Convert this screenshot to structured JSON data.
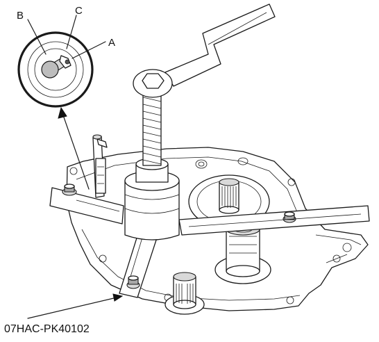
{
  "callouts": {
    "a": "A",
    "b": "B",
    "c": "C"
  },
  "tool_label": "07HAC-PK40102",
  "colors": {
    "line": "#1a1a1a",
    "light_gray": "#d9d9d9",
    "mid_gray": "#a9a9a9",
    "background": "#ffffff"
  }
}
